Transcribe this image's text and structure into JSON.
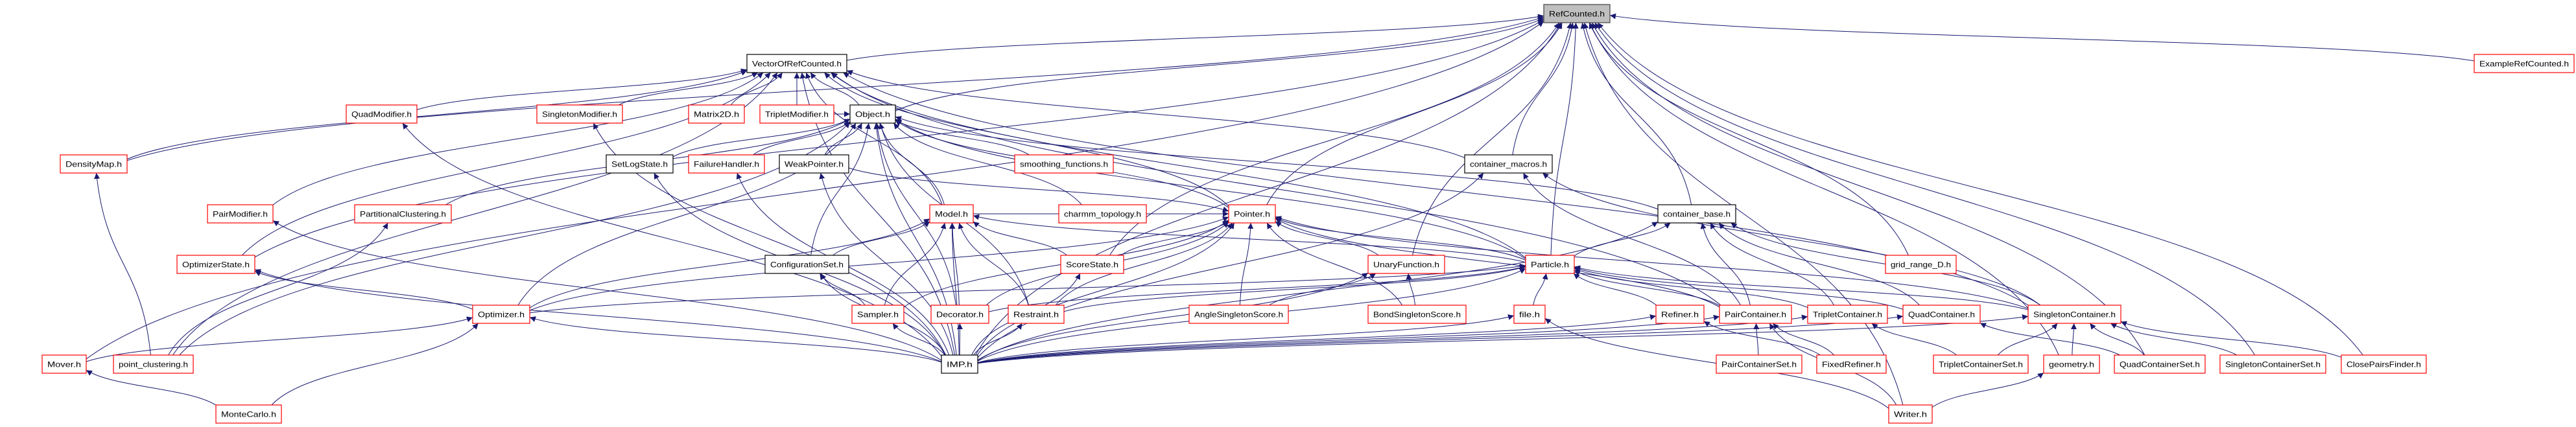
{
  "title": "RefCounted.h",
  "colors": {
    "edge": "#191970",
    "red_border": "#ff0000",
    "black_border": "#000000",
    "root_fill": "#bfbfbf"
  },
  "nodes": [
    {
      "id": "RefCounted",
      "label": "RefCounted.h",
      "kind": "gray"
    },
    {
      "id": "VectorOfRefCounted",
      "label": "VectorOfRefCounted.h",
      "kind": "black"
    },
    {
      "id": "ExampleRefCounted",
      "label": "ExampleRefCounted.h",
      "kind": "red"
    },
    {
      "id": "QuadModifier",
      "label": "QuadModifier.h",
      "kind": "red"
    },
    {
      "id": "SingletonModifier",
      "label": "SingletonModifier.h",
      "kind": "red"
    },
    {
      "id": "Matrix2D",
      "label": "Matrix2D.h",
      "kind": "red"
    },
    {
      "id": "TripletModifier",
      "label": "TripletModifier.h",
      "kind": "red"
    },
    {
      "id": "Object",
      "label": "Object.h",
      "kind": "black"
    },
    {
      "id": "DensityMap",
      "label": "DensityMap.h",
      "kind": "red"
    },
    {
      "id": "SetLogState",
      "label": "SetLogState.h",
      "kind": "black"
    },
    {
      "id": "FailureHandler",
      "label": "FailureHandler.h",
      "kind": "red"
    },
    {
      "id": "WeakPointer",
      "label": "WeakPointer.h",
      "kind": "black"
    },
    {
      "id": "smoothing_functions",
      "label": "smoothing_functions.h",
      "kind": "red"
    },
    {
      "id": "container_macros",
      "label": "container_macros.h",
      "kind": "black"
    },
    {
      "id": "PairModifier",
      "label": "PairModifier.h",
      "kind": "red"
    },
    {
      "id": "PartitionalClustering",
      "label": "PartitionalClustering.h",
      "kind": "red"
    },
    {
      "id": "Model",
      "label": "Model.h",
      "kind": "red"
    },
    {
      "id": "charmm_topology",
      "label": "charmm_topology.h",
      "kind": "red"
    },
    {
      "id": "Pointer",
      "label": "Pointer.h",
      "kind": "red"
    },
    {
      "id": "container_base",
      "label": "container_base.h",
      "kind": "black"
    },
    {
      "id": "OptimizerState",
      "label": "OptimizerState.h",
      "kind": "red"
    },
    {
      "id": "ConfigurationSet",
      "label": "ConfigurationSet.h",
      "kind": "black"
    },
    {
      "id": "ScoreState",
      "label": "ScoreState.h",
      "kind": "red"
    },
    {
      "id": "UnaryFunction",
      "label": "UnaryFunction.h",
      "kind": "red"
    },
    {
      "id": "Particle",
      "label": "Particle.h",
      "kind": "red"
    },
    {
      "id": "grid_range_D",
      "label": "grid_range_D.h",
      "kind": "red"
    },
    {
      "id": "Optimizer",
      "label": "Optimizer.h",
      "kind": "red"
    },
    {
      "id": "Sampler",
      "label": "Sampler.h",
      "kind": "red"
    },
    {
      "id": "Decorator",
      "label": "Decorator.h",
      "kind": "red"
    },
    {
      "id": "Restraint",
      "label": "Restraint.h",
      "kind": "red"
    },
    {
      "id": "AngleSingletonScore",
      "label": "AngleSingletonScore.h",
      "kind": "red"
    },
    {
      "id": "BondSingletonScore",
      "label": "BondSingletonScore.h",
      "kind": "red"
    },
    {
      "id": "file",
      "label": "file.h",
      "kind": "red"
    },
    {
      "id": "Refiner",
      "label": "Refiner.h",
      "kind": "red"
    },
    {
      "id": "PairContainer",
      "label": "PairContainer.h",
      "kind": "red"
    },
    {
      "id": "TripletContainer",
      "label": "TripletContainer.h",
      "kind": "red"
    },
    {
      "id": "QuadContainer",
      "label": "QuadContainer.h",
      "kind": "red"
    },
    {
      "id": "SingletonContainer",
      "label": "SingletonContainer.h",
      "kind": "red"
    },
    {
      "id": "Mover",
      "label": "Mover.h",
      "kind": "red"
    },
    {
      "id": "point_clustering",
      "label": "point_clustering.h",
      "kind": "red"
    },
    {
      "id": "IMP",
      "label": "IMP.h",
      "kind": "black"
    },
    {
      "id": "PairContainerSet",
      "label": "PairContainerSet.h",
      "kind": "red"
    },
    {
      "id": "FixedRefiner",
      "label": "FixedRefiner.h",
      "kind": "red"
    },
    {
      "id": "TripletContainerSet",
      "label": "TripletContainerSet.h",
      "kind": "red"
    },
    {
      "id": "geometry",
      "label": "geometry.h",
      "kind": "red"
    },
    {
      "id": "QuadContainerSet",
      "label": "QuadContainerSet.h",
      "kind": "red"
    },
    {
      "id": "SingletonContainerSet",
      "label": "SingletonContainerSet.h",
      "kind": "red"
    },
    {
      "id": "ClosePairsFinder",
      "label": "ClosePairsFinder.h",
      "kind": "red"
    },
    {
      "id": "MonteCarlo",
      "label": "MonteCarlo.h",
      "kind": "red"
    },
    {
      "id": "Writer",
      "label": "Writer.h",
      "kind": "red"
    }
  ],
  "edges": [
    [
      "VectorOfRefCounted",
      "RefCounted"
    ],
    [
      "Object",
      "RefCounted"
    ],
    [
      "container_macros",
      "RefCounted"
    ],
    [
      "container_base",
      "RefCounted"
    ],
    [
      "Pointer",
      "RefCounted"
    ],
    [
      "Particle",
      "RefCounted"
    ],
    [
      "UnaryFunction",
      "RefCounted"
    ],
    [
      "IMP",
      "RefCounted"
    ],
    [
      "ExampleRefCounted",
      "RefCounted"
    ],
    [
      "DensityMap",
      "RefCounted"
    ],
    [
      "Mover",
      "RefCounted"
    ],
    [
      "OptimizerState",
      "RefCounted"
    ],
    [
      "SingletonContainerSet",
      "RefCounted"
    ],
    [
      "QuadContainerSet",
      "RefCounted"
    ],
    [
      "ClosePairsFinder",
      "RefCounted"
    ],
    [
      "Writer",
      "RefCounted"
    ],
    [
      "geometry",
      "RefCounted"
    ],
    [
      "grid_range_D",
      "RefCounted"
    ],
    [
      "ScoreState",
      "RefCounted"
    ],
    [
      "Object",
      "VectorOfRefCounted"
    ],
    [
      "Matrix2D",
      "VectorOfRefCounted"
    ],
    [
      "TripletModifier",
      "VectorOfRefCounted"
    ],
    [
      "QuadModifier",
      "VectorOfRefCounted"
    ],
    [
      "SingletonModifier",
      "VectorOfRefCounted"
    ],
    [
      "DensityMap",
      "VectorOfRefCounted"
    ],
    [
      "OptimizerState",
      "VectorOfRefCounted"
    ],
    [
      "PairModifier",
      "VectorOfRefCounted"
    ],
    [
      "point_clustering",
      "VectorOfRefCounted"
    ],
    [
      "Model",
      "VectorOfRefCounted"
    ],
    [
      "container_macros",
      "VectorOfRefCounted"
    ],
    [
      "Particle",
      "VectorOfRefCounted"
    ],
    [
      "Pointer",
      "VectorOfRefCounted"
    ],
    [
      "SingletonContainer",
      "VectorOfRefCounted"
    ],
    [
      "PairContainer",
      "VectorOfRefCounted"
    ],
    [
      "SetLogState",
      "Object"
    ],
    [
      "FailureHandler",
      "Object"
    ],
    [
      "WeakPointer",
      "Object"
    ],
    [
      "ConfigurationSet",
      "Object"
    ],
    [
      "Decorator",
      "Object"
    ],
    [
      "Model",
      "Object"
    ],
    [
      "Restraint",
      "Object"
    ],
    [
      "smoothing_functions",
      "Object"
    ],
    [
      "charmm_topology",
      "Object"
    ],
    [
      "Pointer",
      "Object"
    ],
    [
      "Particle",
      "Object"
    ],
    [
      "Optimizer",
      "Object"
    ],
    [
      "PartitionalClustering",
      "Object"
    ],
    [
      "TripletModifier",
      "Object"
    ],
    [
      "point_clustering",
      "Object"
    ],
    [
      "container_base",
      "Object"
    ],
    [
      "ConfigurationSet",
      "Model"
    ],
    [
      "Sampler",
      "Model"
    ],
    [
      "Decorator",
      "Model"
    ],
    [
      "Restraint",
      "Model"
    ],
    [
      "ScoreState",
      "Model"
    ],
    [
      "Optimizer",
      "Model"
    ],
    [
      "Particle",
      "Model"
    ],
    [
      "Model",
      "Pointer"
    ],
    [
      "WeakPointer",
      "Pointer"
    ],
    [
      "ScoreState",
      "Pointer"
    ],
    [
      "Restraint",
      "Pointer"
    ],
    [
      "Sampler",
      "Pointer"
    ],
    [
      "Decorator",
      "Pointer"
    ],
    [
      "AngleSingletonScore",
      "Pointer"
    ],
    [
      "BondSingletonScore",
      "Pointer"
    ],
    [
      "UnaryFunction",
      "Pointer"
    ],
    [
      "Particle",
      "Pointer"
    ],
    [
      "Optimizer",
      "Pointer"
    ],
    [
      "PairContainer",
      "Pointer"
    ],
    [
      "SingletonContainer",
      "Pointer"
    ],
    [
      "Refiner",
      "Particle"
    ],
    [
      "PairContainer",
      "Particle"
    ],
    [
      "TripletContainer",
      "Particle"
    ],
    [
      "QuadContainer",
      "Particle"
    ],
    [
      "SingletonContainer",
      "Particle"
    ],
    [
      "file",
      "Particle"
    ],
    [
      "Decorator",
      "Particle"
    ],
    [
      "Restraint",
      "Particle"
    ],
    [
      "Optimizer",
      "Particle"
    ],
    [
      "Particle",
      "container_base"
    ],
    [
      "PairContainer",
      "container_base"
    ],
    [
      "TripletContainer",
      "container_base"
    ],
    [
      "SingletonContainer",
      "container_base"
    ],
    [
      "QuadContainer",
      "container_base"
    ],
    [
      "IMP",
      "container_base"
    ],
    [
      "PairContainer",
      "container_macros"
    ],
    [
      "SingletonContainer",
      "container_macros"
    ],
    [
      "IMP",
      "container_macros"
    ],
    [
      "BondSingletonScore",
      "UnaryFunction"
    ],
    [
      "AngleSingletonScore",
      "UnaryFunction"
    ],
    [
      "IMP",
      "UnaryFunction"
    ],
    [
      "PairContainerSet",
      "PairContainer"
    ],
    [
      "FixedRefiner",
      "PairContainer"
    ],
    [
      "Writer",
      "PairContainer"
    ],
    [
      "geometry",
      "SingletonContainer"
    ],
    [
      "QuadContainerSet",
      "SingletonContainer"
    ],
    [
      "SingletonContainerSet",
      "SingletonContainer"
    ],
    [
      "ClosePairsFinder",
      "SingletonContainer"
    ],
    [
      "TripletContainerSet",
      "SingletonContainer"
    ],
    [
      "TripletContainerSet",
      "TripletContainer"
    ],
    [
      "QuadContainerSet",
      "QuadContainer"
    ],
    [
      "FixedRefiner",
      "Refiner"
    ],
    [
      "MonteCarlo",
      "Mover"
    ],
    [
      "MonteCarlo",
      "Optimizer"
    ],
    [
      "Mover",
      "Optimizer"
    ],
    [
      "Optimizer",
      "OptimizerState"
    ],
    [
      "Sampler",
      "ConfigurationSet"
    ],
    [
      "IMP",
      "ConfigurationSet"
    ],
    [
      "IMP",
      "Sampler"
    ],
    [
      "IMP",
      "Decorator"
    ],
    [
      "IMP",
      "Restraint"
    ],
    [
      "IMP",
      "ScoreState"
    ],
    [
      "Writer",
      "geometry"
    ],
    [
      "Writer",
      "file"
    ],
    [
      "point_clustering",
      "DensityMap"
    ],
    [
      "point_clustering",
      "PartitionalClustering"
    ],
    [
      "IMP",
      "WeakPointer"
    ],
    [
      "IMP",
      "FailureHandler"
    ],
    [
      "IMP",
      "SetLogState"
    ],
    [
      "IMP",
      "QuadModifier"
    ],
    [
      "IMP",
      "SingletonModifier"
    ],
    [
      "IMP",
      "PairModifier"
    ],
    [
      "IMP",
      "Optimizer"
    ],
    [
      "IMP",
      "OptimizerState"
    ],
    [
      "IMP",
      "Model"
    ],
    [
      "IMP",
      "Pointer"
    ],
    [
      "IMP",
      "Particle"
    ],
    [
      "IMP",
      "file"
    ],
    [
      "IMP",
      "Refiner"
    ],
    [
      "IMP",
      "PairContainer"
    ],
    [
      "IMP",
      "TripletContainer"
    ],
    [
      "IMP",
      "QuadContainer"
    ],
    [
      "IMP",
      "SingletonContainer"
    ],
    [
      "IMP",
      "Object"
    ],
    [
      "IMP",
      "VectorOfRefCounted"
    ]
  ]
}
